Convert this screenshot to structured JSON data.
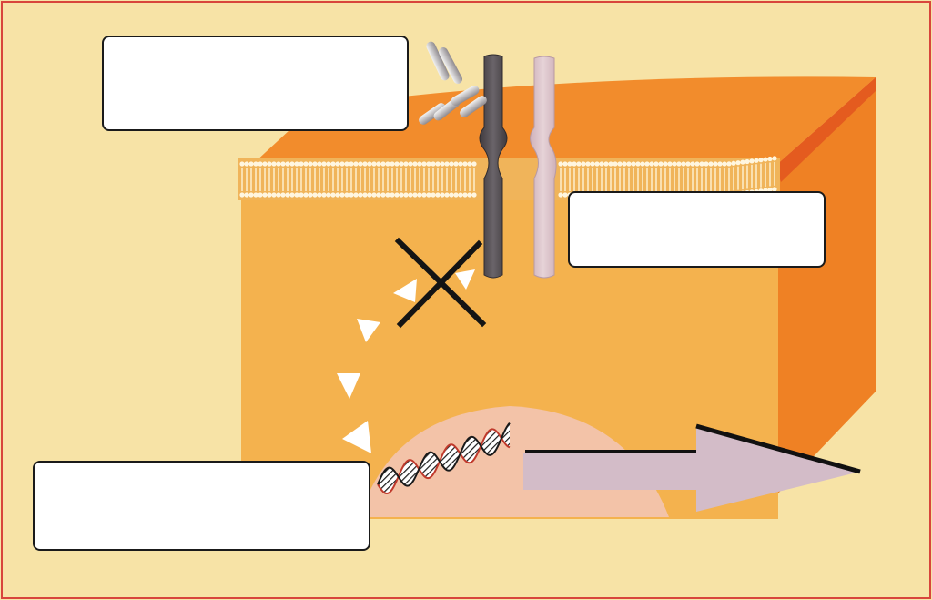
{
  "diagram": {
    "labels": [
      {
        "id": "top-left",
        "text": ""
      },
      {
        "id": "right",
        "text": ""
      },
      {
        "id": "bottom-left",
        "text": ""
      }
    ],
    "elements": [
      "cell-block",
      "lipid-bilayer-membrane",
      "transmembrane-receptor-dark",
      "transmembrane-receptor-light",
      "ligand-molecules",
      "blocked-signal-cross",
      "signal-path-arrowheads",
      "nucleus",
      "dna-double-helix",
      "output-arrow"
    ],
    "colors": {
      "background": "#f7e3a6",
      "frame": "#d8453b",
      "cell_front": "#f4b24e",
      "cell_top": "#f28c2c",
      "cell_side": "#ef8124",
      "nucleus": "#f3c3a8",
      "receptor_dark": "#5a5559",
      "receptor_light": "#d9bfc6",
      "output_arrow": "#d3bcc8"
    }
  }
}
